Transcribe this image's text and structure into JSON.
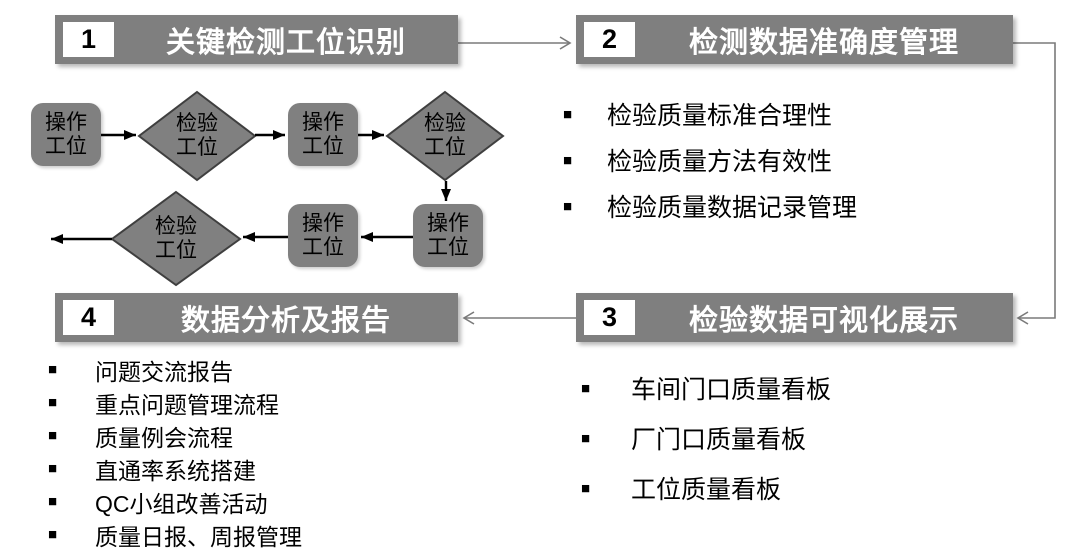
{
  "bullet_glyph": "■",
  "colors": {
    "bar_gray": "#7f7f7f",
    "shape_gray": "#808080",
    "diamond_stroke": "#3f3f3f",
    "flow_arrow": "#000000",
    "connector_gray": "#7a7a7a"
  },
  "steps": [
    {
      "number": "1",
      "title": "关键检测工位识别",
      "bullets": []
    },
    {
      "number": "2",
      "title": "检测数据准确度管理",
      "bullets": [
        "检验质量标准合理性",
        "检验质量方法有效性",
        "检验质量数据记录管理"
      ]
    },
    {
      "number": "3",
      "title": "检验数据可视化展示",
      "bullets": [
        "车间门口质量看板",
        "厂门口质量看板",
        "工位质量看板"
      ]
    },
    {
      "number": "4",
      "title": "数据分析及报告",
      "bullets": [
        "问题交流报告",
        "重点问题管理流程",
        "质量例会流程",
        "直通率系统搭建",
        "QC小组改善活动",
        "质量日报、周报管理"
      ]
    }
  ],
  "flowchart": {
    "nodes": [
      {
        "id": "op1",
        "type": "process",
        "label": "操作\n工位"
      },
      {
        "id": "insp1",
        "type": "decision",
        "label": "检验\n工位"
      },
      {
        "id": "op2",
        "type": "process",
        "label": "操作\n工位"
      },
      {
        "id": "insp2",
        "type": "decision",
        "label": "检验\n工位"
      },
      {
        "id": "op3",
        "type": "process",
        "label": "操作\n工位"
      },
      {
        "id": "op4",
        "type": "process",
        "label": "操作\n工位"
      },
      {
        "id": "insp3",
        "type": "decision",
        "label": "检验\n工位"
      }
    ]
  }
}
